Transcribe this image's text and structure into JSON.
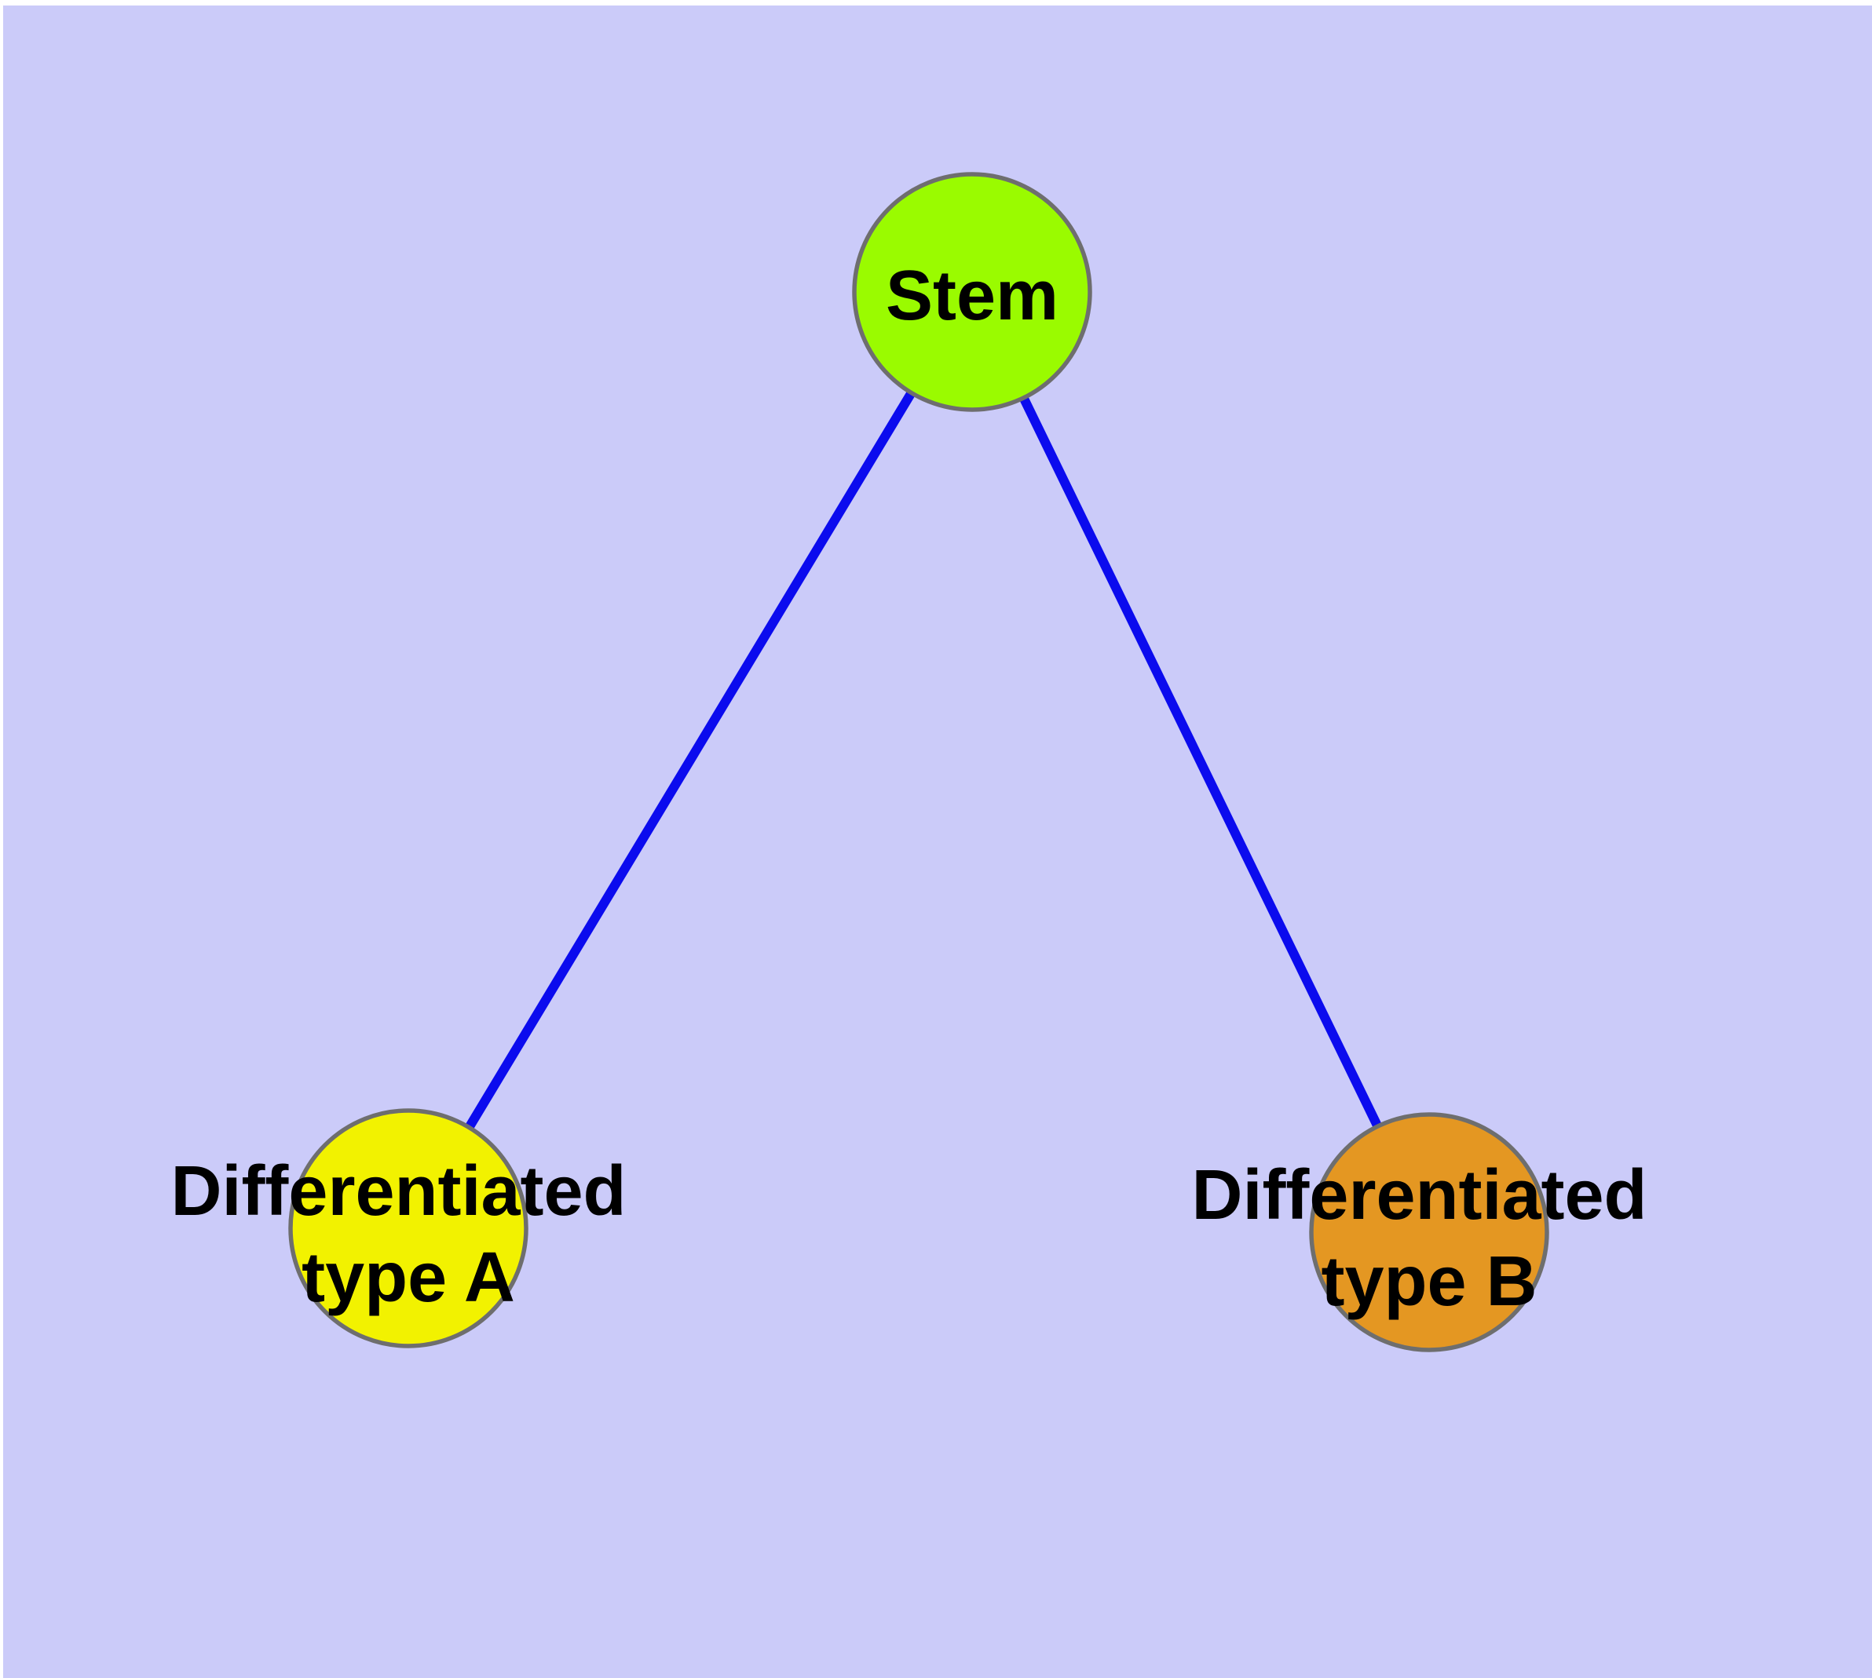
{
  "diagram": {
    "colors": {
      "background": "#CBCBF9",
      "edge": "#0B0BEE",
      "node_border": "#6E6E6E",
      "label_text": "#000000"
    },
    "nodes": [
      {
        "id": "stem",
        "label": "Stem",
        "fill": "#9AFB00"
      },
      {
        "id": "differentiated-type-a",
        "label_line1": "Differentiated",
        "label_line2": "type A",
        "fill": "#F2F200"
      },
      {
        "id": "differentiated-type-b",
        "label_line1": "Differentiated",
        "label_line2": "type B",
        "fill": "#E49722"
      }
    ],
    "edges": [
      {
        "from": "Stem",
        "to": "Differentiated type A"
      },
      {
        "from": "Stem",
        "to": "Differentiated type B"
      }
    ]
  }
}
